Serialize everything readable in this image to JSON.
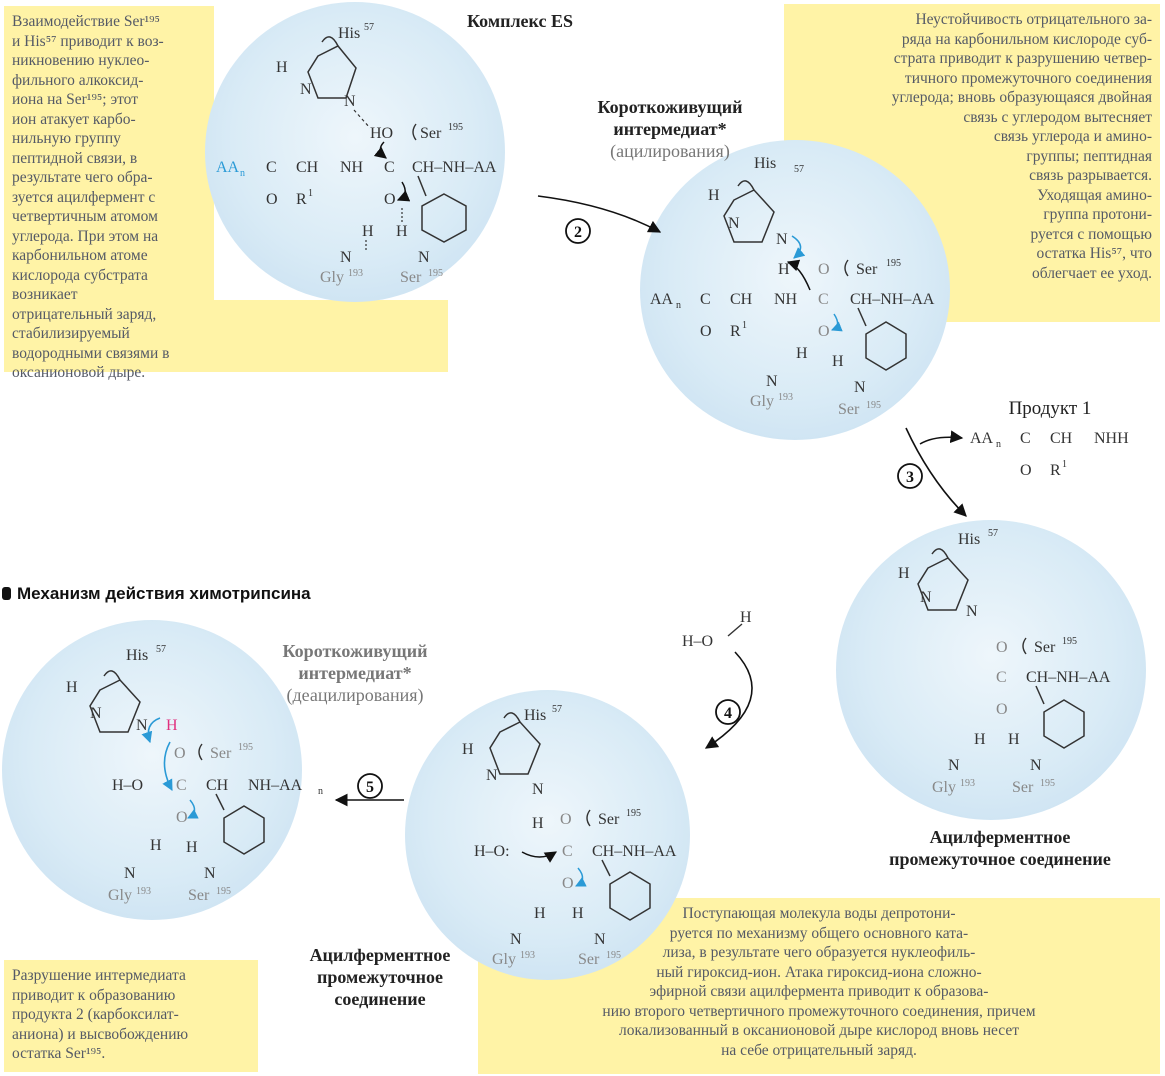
{
  "figure_title": "Механизм действия химотрипсина",
  "es_complex": {
    "title": "Комплекс ES"
  },
  "acyl_intermediate": {
    "title_short_lived": "Короткоживущий интермедиат*",
    "subtitle": "(ацилирования)"
  },
  "deacyl_intermediate": {
    "title_short_lived": "Короткоживущий интермедиат*",
    "subtitle": "(деацилирования)"
  },
  "acyl_enzyme_right": {
    "title_line1": "Ацилферментное",
    "title_line2": "промежуточное соединение"
  },
  "acyl_enzyme_bottom": {
    "title_line1": "Ацилферментное",
    "title_line2": "промежуточное",
    "title_line3": "соединение"
  },
  "product1": {
    "title": "Продукт 1"
  },
  "steps": [
    "2",
    "3",
    "4",
    "5"
  ],
  "notes": {
    "top_left": [
      "Взаимодействие Ser¹⁹⁵",
      "и His⁵⁷ приводит к воз-",
      "никновению нуклео-",
      "фильного алкоксид-",
      "иона на Ser¹⁹⁵; этот",
      "ион атакует карбо-",
      "нильную группу",
      "пептидной связи, в",
      "результате чего обра-",
      "зуется ацилфермент с",
      "четвертичным атомом",
      "углерода. При этом на",
      "карбонильном атоме",
      "кислорода субстрата возникает",
      "отрицательный заряд, стабилизируемый",
      "водородными связями в оксанионовой дыре."
    ],
    "top_right": [
      "Неустойчивость отрицательного за-",
      "ряда на карбонильном кислороде суб-",
      "страта приводит к разрушению четвер-",
      "тичного промежуточного соединения",
      "углерода; вновь образующаяся двойная",
      "связь с углеродом вытесняет",
      "связь углерода и амино-",
      "группы; пептидная",
      "связь разрывается.",
      "Уходящая амино-",
      "группа протони-",
      "руется с помощью",
      "остатка His⁵⁷, что",
      "облегчает ее уход."
    ],
    "bottom_left": [
      "Разрушение интермедиата",
      "приводит к образованию",
      "продукта 2 (карбоксилат-",
      "аниона) и высвобождению",
      "остатка Ser¹⁹⁵."
    ],
    "bottom_right": [
      "Поступающая молекула воды депротони-",
      "руется по механизму общего основного ката-",
      "лиза, в результате чего образуется нуклеофиль-",
      "ный гироксид-ион. Атака гироксид-иона сложно-",
      "эфирной связи ацилфермента приводит к образова-",
      "нию второго четвертичного промежуточного соединения, причем",
      "локализованный в оксанионовой дыре кислород вновь несет",
      "на себе отрицательный заряд."
    ]
  },
  "labels": {
    "his": "His",
    "his_num": "57",
    "ser": "Ser",
    "ser_num": "195",
    "gly": "Gly",
    "gly_num": "193",
    "aa": "AA",
    "aa_sub": "n",
    "r1": "R",
    "r1_sup": "1",
    "h": "H",
    "n": "N",
    "o": "O",
    "c": "C",
    "ch": "CH",
    "nh": "NH",
    "nhh": "NHH",
    "ho": "HO",
    "h_o": "H–O",
    "h_o_colon": "H–O:",
    "nh_aa": "NH–AA",
    "ch_nh_aa": "CH–NH–AA"
  },
  "colors": {
    "note_bg": "#fff3a6",
    "bubble": "#d9ebf6",
    "arrow_blue": "#2a9ad6",
    "proton_pink": "#e0307e"
  }
}
